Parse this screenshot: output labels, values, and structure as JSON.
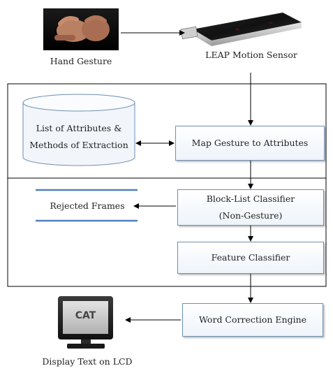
{
  "nodes": {
    "hand_gesture": "Hand Gesture",
    "leap_sensor": "LEAP Motion Sensor",
    "attributes_db": [
      "List of Attributes &",
      "Methods of Extraction"
    ],
    "map_gesture": "Map Gesture to Attributes",
    "rejected_frames": "Rejected Frames",
    "block_list": [
      "Block-List Classifier",
      "(Non-Gesture)"
    ],
    "feature_classifier": "Feature Classifier",
    "word_correction": "Word Correction Engine",
    "monitor_text": "CAT",
    "display_label": "Display Text on LCD"
  },
  "colors": {
    "box_border": "#6e8fb0",
    "datastore_line": "#4f81bd",
    "arrow": "#000000"
  }
}
